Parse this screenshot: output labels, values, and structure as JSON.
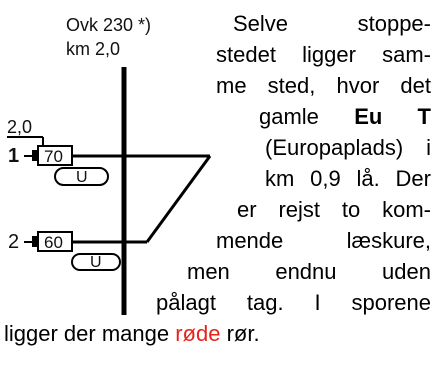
{
  "diagram": {
    "station_label": "Ovk 230 *)",
    "km_label": "km 2,0",
    "km_marker": "2,0",
    "track1_number": "1",
    "track1_speed": "70",
    "track1_box": "U",
    "track2_number": "2",
    "track2_speed": "60",
    "track2_box": "U"
  },
  "text": {
    "l1": "Selve stoppe-",
    "l2": "stedet ligger sam-",
    "l3": "me sted, hvor det",
    "l4a": "gamle ",
    "l4b": "Eu T",
    "l5": "(Europaplads) i",
    "l6": "km 0,9 lå. Der",
    "l7": "er rejst to kom-",
    "l8": "mende læskure,",
    "l9": "men endnu uden",
    "l10": "pålagt tag. I sporene",
    "l11a": "ligger der mange ",
    "l11b": "røde",
    "l11c": " rør.",
    "red_color": "#e8231e"
  }
}
